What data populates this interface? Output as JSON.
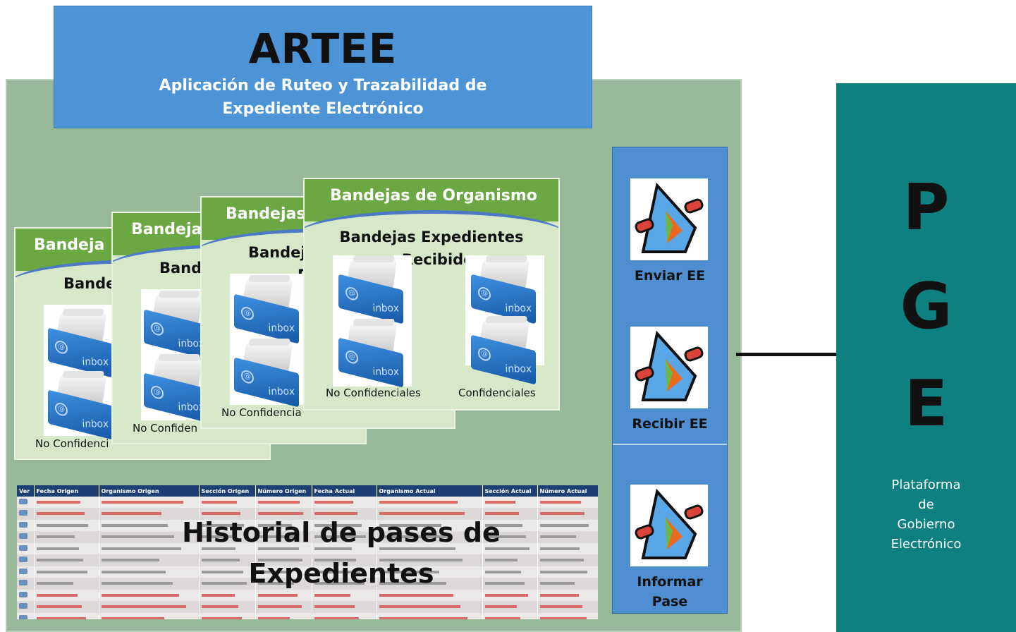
{
  "header": {
    "title": "ARTEE",
    "subtitle_line1": "Aplicación de Ruteo y Trazabilidad de",
    "subtitle_line2": "Expediente Electrónico"
  },
  "trays": [
    {
      "title": "Bandeja",
      "subtitle": "Bande",
      "label_left": "No Confidenci",
      "label_right": ""
    },
    {
      "title": "Bandeja",
      "subtitle": "Band",
      "label_left": "No Confiden",
      "label_right": ""
    },
    {
      "title": "Bandejas",
      "subtitle": "Bandej",
      "subtitle2": "R",
      "label_left": "No Confidencia",
      "label_right": ""
    },
    {
      "title": "Bandejas de Organismo",
      "subtitle": "Bandejas Expedientes",
      "subtitle2": "Recibidos",
      "label_left": "No Confidenciales",
      "label_right": "Confidenciales"
    }
  ],
  "operations": [
    {
      "label": "Enviar EE",
      "icon": "service-icon"
    },
    {
      "label": "Recibir EE",
      "icon": "service-icon"
    },
    {
      "label_line1": "Informar",
      "label_line2": "Pase",
      "icon": "service-icon"
    }
  ],
  "pge": {
    "letters": [
      "P",
      "G",
      "E"
    ],
    "sub_lines": [
      "Plataforma",
      "de",
      "Gobierno",
      "Electrónico"
    ]
  },
  "history": {
    "title_line1": "Historial de pases de",
    "title_line2": "Expedientes",
    "columns": [
      "Ver",
      "Fecha Origen",
      "Organismo Origen",
      "Sección Origen",
      "Número Origen",
      "Fecha Actual",
      "Organismo Actual",
      "Sección Actual",
      "Número Actual"
    ],
    "row_count": 11
  },
  "colors": {
    "title_box": "#4d94d6",
    "main_bg": "#98b89a",
    "tray_header": "#6ba843",
    "ops_panel": "#4f8fd1",
    "pge_panel": "#0f8080"
  }
}
